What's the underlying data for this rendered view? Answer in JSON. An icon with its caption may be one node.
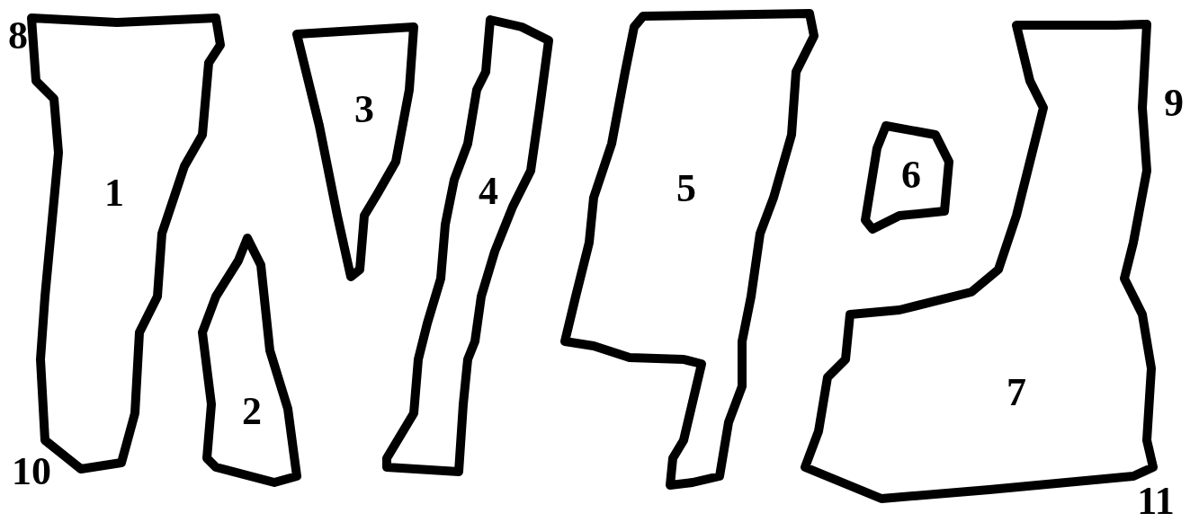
{
  "diagram": {
    "nodes": [
      {
        "text": [
          "1"
        ]
      },
      {
        "text": [
          "2"
        ]
      },
      {
        "text": [
          "3"
        ]
      },
      {
        "text": [
          "4"
        ]
      },
      {
        "text": [
          "5"
        ]
      },
      {
        "text": [
          "6"
        ]
      },
      {
        "text": [
          "7"
        ]
      }
    ],
    "labels": [
      "8",
      "9",
      "10",
      "11"
    ]
  }
}
